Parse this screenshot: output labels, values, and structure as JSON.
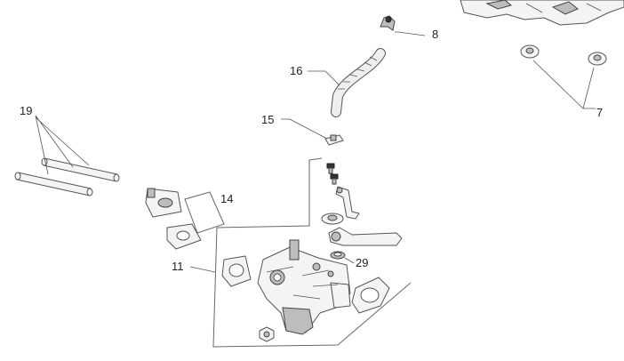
{
  "callouts": {
    "c7": "7",
    "c8": "8",
    "c11": "11",
    "c14": "14",
    "c15": "15",
    "c16": "16",
    "c19": "19",
    "c29": "29"
  }
}
